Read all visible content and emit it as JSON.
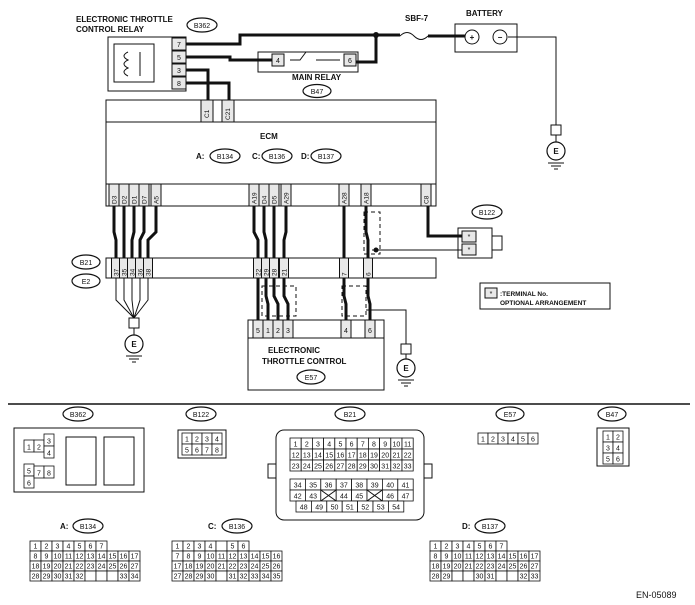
{
  "doc_code": "EN-05089",
  "relay": {
    "title1": "ELECTRONIC THROTTLE",
    "title2": "CONTROL RELAY",
    "conn": "B362",
    "pins": [
      "7",
      "5",
      "3",
      "8"
    ]
  },
  "main_relay": {
    "title": "MAIN RELAY",
    "conn": "B47",
    "pins": [
      "4",
      "6"
    ]
  },
  "fuse": "SBF-7",
  "battery": {
    "title": "BATTERY",
    "plus": "+",
    "minus": "−"
  },
  "ground": "E",
  "ecm": {
    "title": "ECM",
    "conn_a_prefix": "A:",
    "conn_a": "B134",
    "conn_c_prefix": "C:",
    "conn_c": "B136",
    "conn_d_prefix": "D:",
    "conn_d": "B137",
    "top_pins": [
      "C1",
      "C21"
    ],
    "bottom_pins": [
      "D3",
      "D2",
      "D1",
      "D7",
      "A5",
      "A19",
      "D4",
      "D5",
      "A29",
      "A28",
      "A18",
      "C8"
    ]
  },
  "b21": {
    "conn": "B21",
    "conn2": "E2",
    "pins": [
      "37",
      "35",
      "34",
      "36",
      "38",
      "22",
      "29",
      "28",
      "21",
      "7",
      "6"
    ]
  },
  "b122": {
    "conn": "B122",
    "pin": "*"
  },
  "legend": {
    "symbol": "*",
    "line1": ":TERMINAL No.",
    "line2": "OPTIONAL ARRANGEMENT"
  },
  "etc": {
    "title1": "ELECTRONIC",
    "title2": "THROTTLE CONTROL",
    "conn": "E57",
    "pins": [
      "5",
      "1",
      "2",
      "3",
      "4",
      "6"
    ]
  },
  "connectors": {
    "b362": {
      "label": "B362",
      "pins": [
        "1",
        "2",
        "3",
        "4",
        "5",
        "6",
        "7",
        "8"
      ]
    },
    "b122": {
      "label": "B122",
      "pins": [
        "1",
        "2",
        "3",
        "4",
        "5",
        "6",
        "7",
        "8"
      ]
    },
    "b21": {
      "label": "B21"
    },
    "e57": {
      "label": "E57",
      "pins": [
        "1",
        "2",
        "3",
        "4",
        "5",
        "6"
      ]
    },
    "b47": {
      "label": "B47",
      "pins": [
        "1",
        "2",
        "3",
        "4",
        "5",
        "6"
      ]
    },
    "b134": {
      "prefix": "A:",
      "label": "B134"
    },
    "b136": {
      "prefix": "C:",
      "label": "B136"
    },
    "b137": {
      "prefix": "D:",
      "label": "B137"
    }
  }
}
